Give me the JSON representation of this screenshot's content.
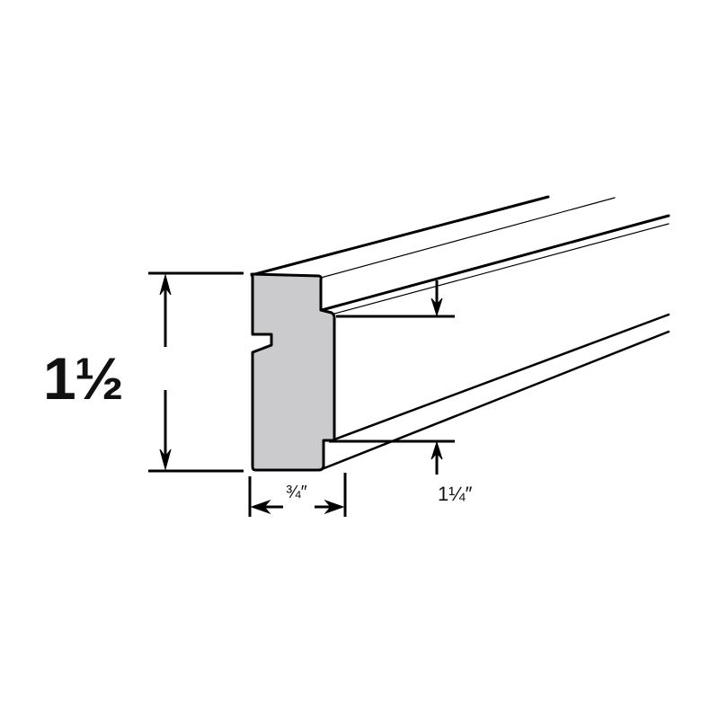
{
  "diagram": {
    "subject": "Trim molding profile with dimensions",
    "profile_fill": "#cbcbcd",
    "stroke_color": "#000000",
    "dimensions": {
      "overall_height": "1½",
      "face_width": "¾″",
      "rabbet_height": "1¼″"
    }
  }
}
